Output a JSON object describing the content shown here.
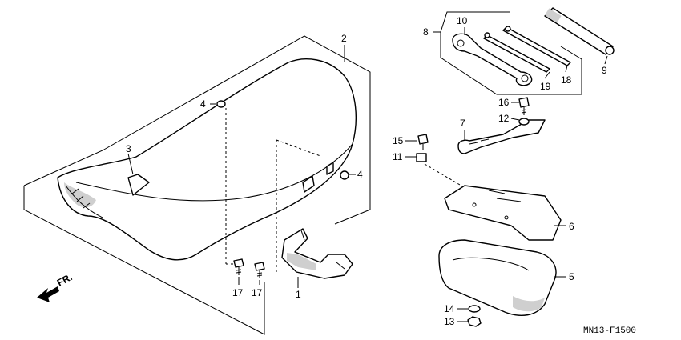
{
  "diagram_code": "MN13-F1500",
  "direction_label": "FR.",
  "callouts": {
    "c1": "1",
    "c2": "2",
    "c3": "3",
    "c4a": "4",
    "c4b": "4",
    "c5": "5",
    "c6": "6",
    "c7": "7",
    "c8": "8",
    "c9": "9",
    "c10": "10",
    "c11": "11",
    "c12": "12",
    "c13": "13",
    "c14": "14",
    "c15": "15",
    "c16": "16",
    "c17a": "17",
    "c17b": "17",
    "c18": "18",
    "c19": "19"
  }
}
